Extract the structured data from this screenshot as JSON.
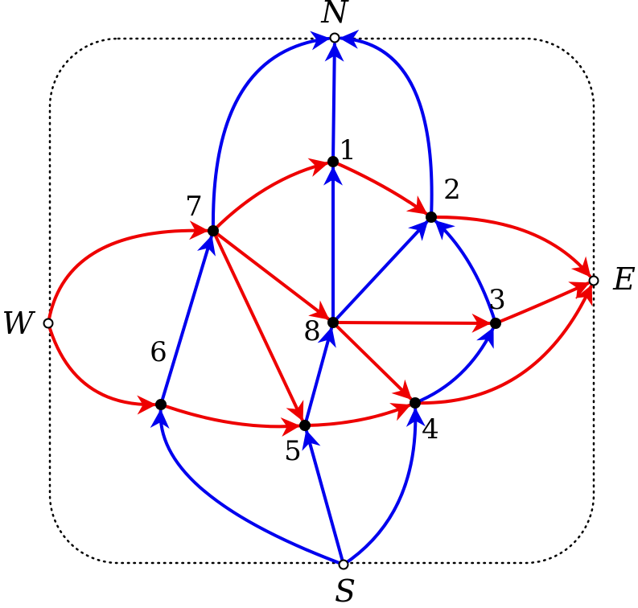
{
  "colors": {
    "red": "#ee0000",
    "blue": "#0000ee",
    "frame": "#000000",
    "node": "#000000"
  },
  "terminals": [
    {
      "id": "N",
      "label": "N"
    },
    {
      "id": "E",
      "label": "E"
    },
    {
      "id": "S",
      "label": "S"
    },
    {
      "id": "W",
      "label": "W"
    }
  ],
  "nodes": [
    {
      "id": "1",
      "label": "1"
    },
    {
      "id": "2",
      "label": "2"
    },
    {
      "id": "3",
      "label": "3"
    },
    {
      "id": "4",
      "label": "4"
    },
    {
      "id": "5",
      "label": "5"
    },
    {
      "id": "6",
      "label": "6"
    },
    {
      "id": "7",
      "label": "7"
    },
    {
      "id": "8",
      "label": "8"
    }
  ],
  "edges": [
    {
      "from": "W",
      "to": "7",
      "color": "red"
    },
    {
      "from": "W",
      "to": "6",
      "color": "red"
    },
    {
      "from": "7",
      "to": "1",
      "color": "red"
    },
    {
      "from": "1",
      "to": "2",
      "color": "red"
    },
    {
      "from": "2",
      "to": "E",
      "color": "red"
    },
    {
      "from": "3",
      "to": "E",
      "color": "red"
    },
    {
      "from": "4",
      "to": "E",
      "color": "red"
    },
    {
      "from": "7",
      "to": "8",
      "color": "red"
    },
    {
      "from": "7",
      "to": "5",
      "color": "red"
    },
    {
      "from": "8",
      "to": "3",
      "color": "red"
    },
    {
      "from": "8",
      "to": "4",
      "color": "red"
    },
    {
      "from": "6",
      "to": "5",
      "color": "red"
    },
    {
      "from": "5",
      "to": "4",
      "color": "red"
    },
    {
      "from": "7",
      "to": "N",
      "color": "blue"
    },
    {
      "from": "1",
      "to": "N",
      "color": "blue"
    },
    {
      "from": "2",
      "to": "N",
      "color": "blue"
    },
    {
      "from": "8",
      "to": "1",
      "color": "blue"
    },
    {
      "from": "8",
      "to": "2",
      "color": "blue"
    },
    {
      "from": "3",
      "to": "2",
      "color": "blue"
    },
    {
      "from": "4",
      "to": "3",
      "color": "blue"
    },
    {
      "from": "5",
      "to": "8",
      "color": "blue"
    },
    {
      "from": "6",
      "to": "7",
      "color": "blue"
    },
    {
      "from": "S",
      "to": "6",
      "color": "blue"
    },
    {
      "from": "S",
      "to": "5",
      "color": "blue"
    },
    {
      "from": "S",
      "to": "4",
      "color": "blue"
    }
  ]
}
